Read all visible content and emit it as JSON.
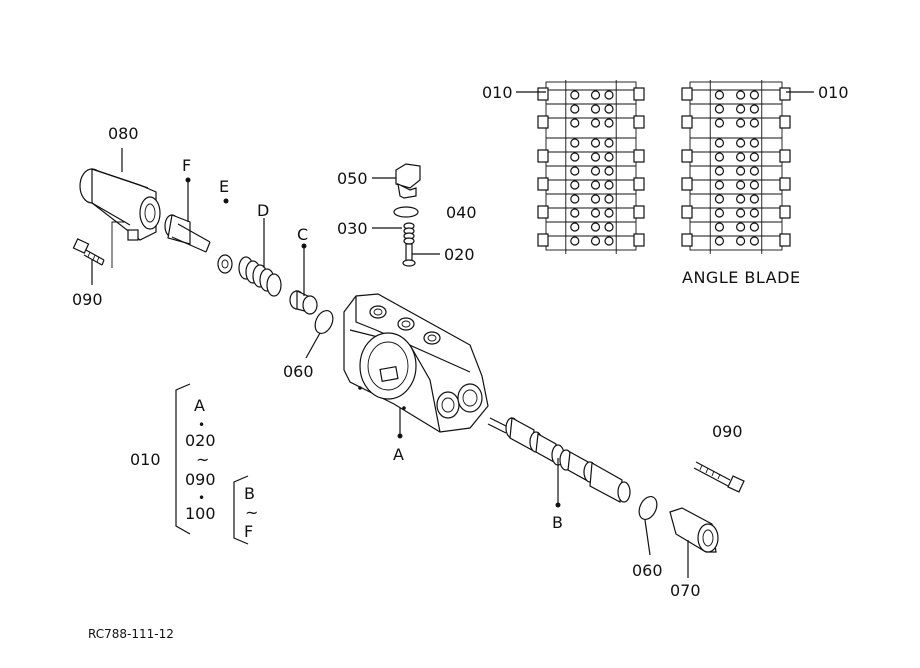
{
  "part_labels": {
    "p080": "080",
    "pF": "F",
    "pE": "E",
    "pD": "D",
    "pC": "C",
    "p050": "050",
    "p040": "040",
    "p030": "030",
    "p020": "020",
    "p090_left": "090",
    "p060_left": "060",
    "pA": "A",
    "pB": "B",
    "p090_right": "090",
    "p060_right": "060",
    "p070": "070",
    "p010_left_top": "010",
    "p010_right_top": "010"
  },
  "assembly_group": {
    "label": "010",
    "items": [
      "A",
      "•",
      "020",
      "~",
      "090",
      "•",
      "100"
    ],
    "sub_items": [
      "B",
      "~",
      "F"
    ]
  },
  "caption": "ANGLE BLADE",
  "drawing_number": "RC788-111-12"
}
